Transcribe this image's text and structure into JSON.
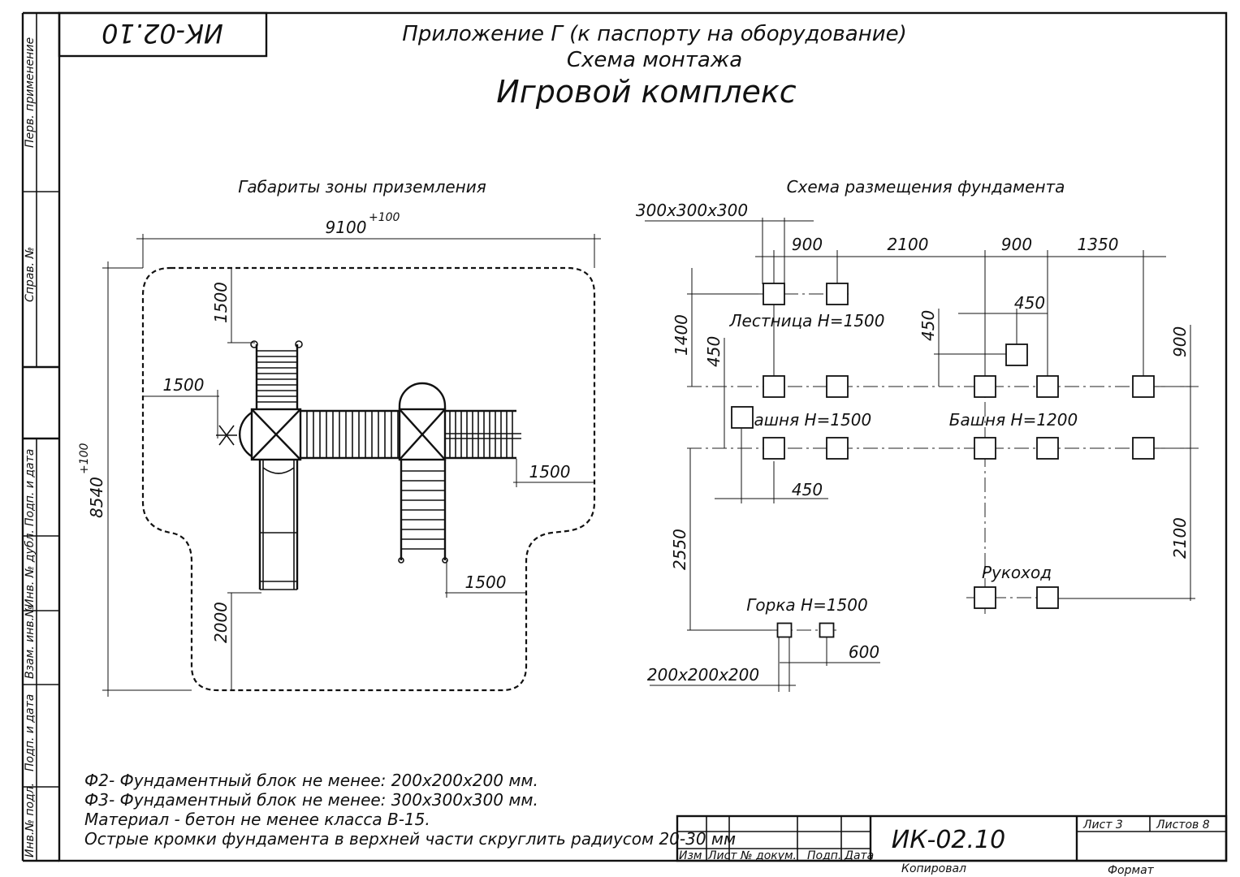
{
  "header": {
    "stamp": "ИК-02.10",
    "line1": "Приложение Г (к паспорту на оборудование)",
    "line2": "Схема монтажа",
    "title": "Игровой комплекс"
  },
  "side_labels": {
    "perv": "Перв. применение",
    "sprav": "Справ. №",
    "podp_data_top": "Подп. и дата",
    "inv_dubl": "Инв. № дубл.",
    "vzam": "Взам. инв.№",
    "podp_data_bottom": "Подп. и дата",
    "inv_podl": "Инв.№ подл."
  },
  "left_view": {
    "title": "Габариты зоны приземления",
    "dim_width": "9100",
    "dim_width_tol": "+100",
    "dim_height": "8540",
    "dim_height_tol": "+100",
    "dim_top_gap": "1500",
    "dim_left_gap": "1500",
    "dim_right_gap": "1500",
    "dim_right_bottom_gap": "1500",
    "dim_bottom_gap": "2000"
  },
  "right_view": {
    "title": "Схема размещения фундамента",
    "block_top_label": "300х300х300",
    "block_bottom_label": "200х200х200",
    "dim_900_a": "900",
    "dim_2100_a": "2100",
    "dim_900_b": "900",
    "dim_1350": "1350",
    "dim_1400": "1400",
    "dim_450_v_left": "450",
    "dim_450_v_mid": "450",
    "dim_450_h_mid": "450",
    "dim_900_v_right": "900",
    "dim_450_h_bottom": "450",
    "dim_2550": "2550",
    "dim_2100_v_right": "2100",
    "dim_600": "600",
    "label_ladder": "Лестница Н=1500",
    "label_tower_1500": "Башня Н=1500",
    "label_tower_1200": "Башня Н=1200",
    "label_monkey_bars": "Рукоход",
    "label_slide": "Горка Н=1500"
  },
  "notes": [
    "Ф2- Фундаментный блок не менее: 200х200х200 мм.",
    "Ф3- Фундаментный блок не менее: 300х300х300 мм.",
    "Материал - бетон не менее класса В-15.",
    "Острые кромки фундамента в верхней части скруглить радиусом 20-30 мм"
  ],
  "title_block": {
    "code": "ИК-02.10",
    "col_izm": "Изм",
    "col_list": "Лист",
    "col_dokum": "№ докум.",
    "col_podp": "Подп.",
    "col_data": "Дата",
    "sheet": "Лист 3",
    "sheets": "Листов 8",
    "copied": "Копировал",
    "format": "Формат"
  }
}
